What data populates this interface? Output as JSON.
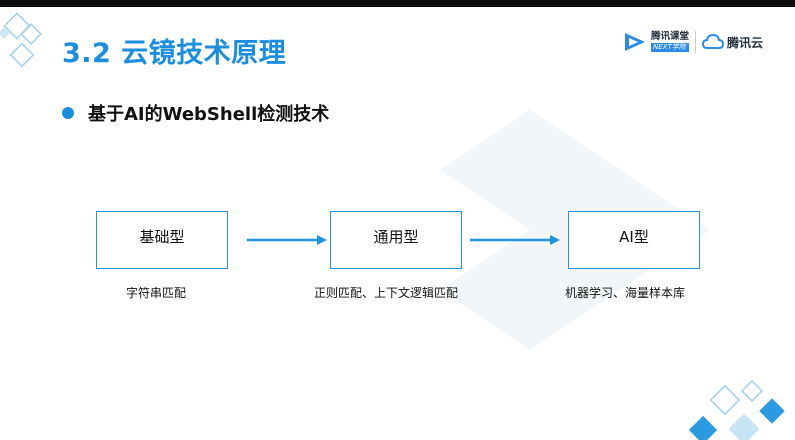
{
  "slide": {
    "title": "3.2 云镜技术原理",
    "bullet": "基于AI的WebShell检测技术"
  },
  "logos": {
    "ketang_cn": "腾讯课堂",
    "ketang_en": "NEXT学院",
    "cloud": "腾讯云"
  },
  "flow": {
    "stages": [
      {
        "label": "基础型",
        "caption": "字符串匹配"
      },
      {
        "label": "通用型",
        "caption": "正则匹配、上下文逻辑匹配"
      },
      {
        "label": "AI型",
        "caption": "机器学习、海量样本库"
      }
    ]
  },
  "colors": {
    "accent": "#1b8ee0",
    "box_border": "#2494dc",
    "arrow": "#1f93dd"
  }
}
